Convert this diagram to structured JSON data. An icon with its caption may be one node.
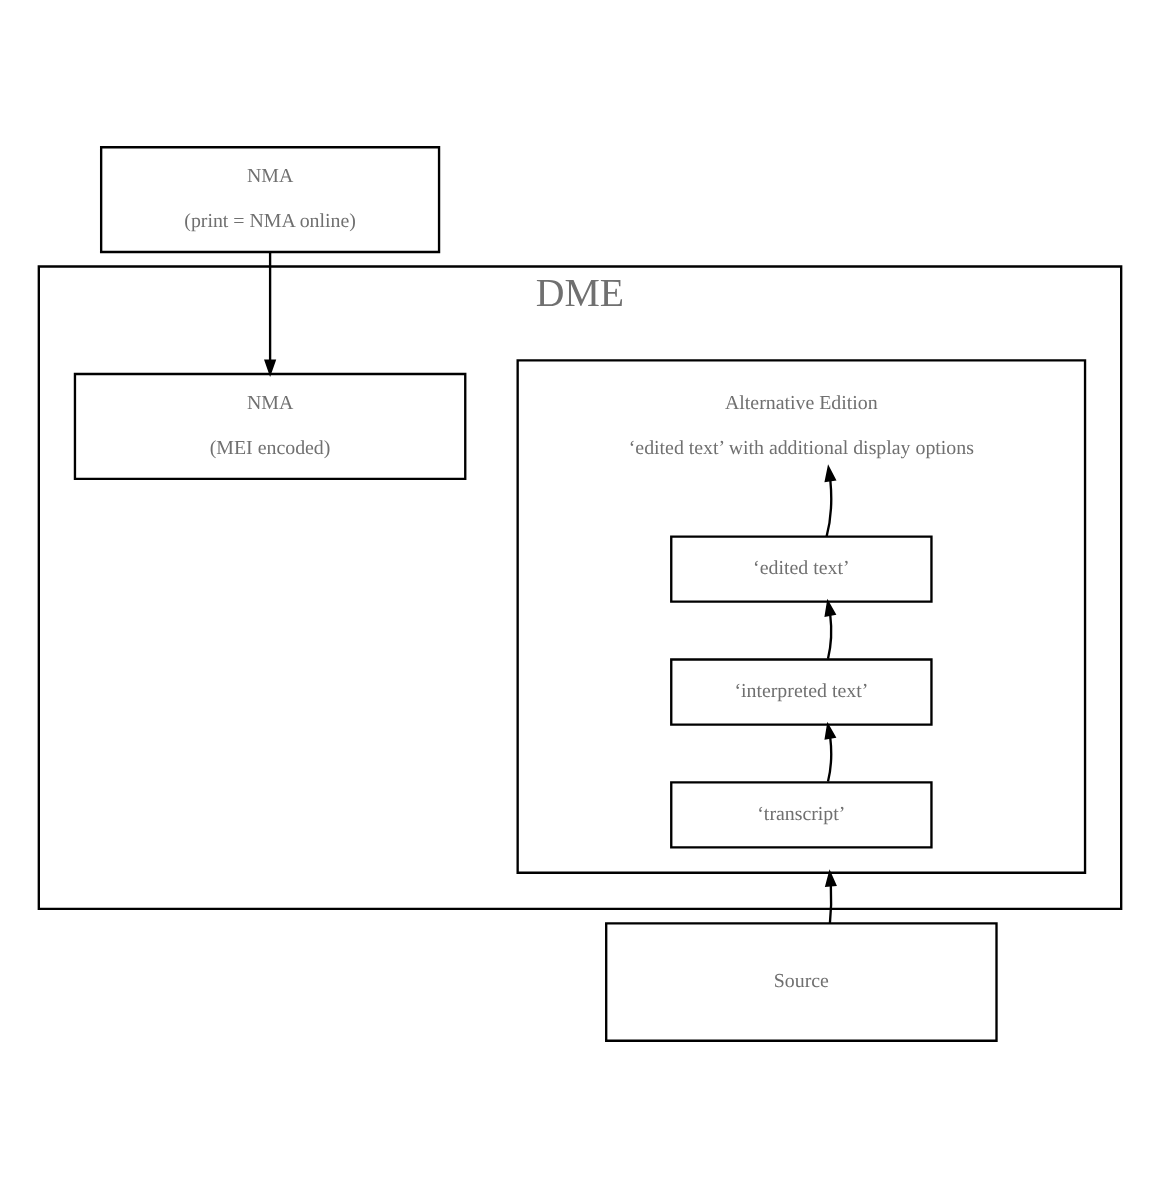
{
  "diagram": {
    "nodes": [
      {
        "text": [
          "NMA",
          "(print = NMA online)"
        ]
      },
      {
        "text": [
          "DME"
        ]
      },
      {
        "text": [
          "NMA",
          "(MEI encoded)"
        ],
        "in": 1
      },
      {
        "text": [
          "Alternative Edition",
          "‘edited text’ with additional display options"
        ],
        "in": 1
      },
      {
        "text": [
          "‘edited text’"
        ],
        "in": 3
      },
      {
        "text": [
          "‘interpreted text’"
        ],
        "in": 3
      },
      {
        "text": [
          "‘transcript’"
        ],
        "in": 3
      },
      {
        "text": [
          "Source"
        ]
      }
    ],
    "edges": [
      {
        "from": 0,
        "to": 2,
        "arrow": "to"
      },
      {
        "from": 4,
        "to": 3,
        "arrow": "to"
      },
      {
        "from": 5,
        "to": 4,
        "arrow": "to"
      },
      {
        "from": 6,
        "to": 5,
        "arrow": "to"
      },
      {
        "from": 7,
        "to": 3,
        "arrow": "to"
      }
    ]
  }
}
